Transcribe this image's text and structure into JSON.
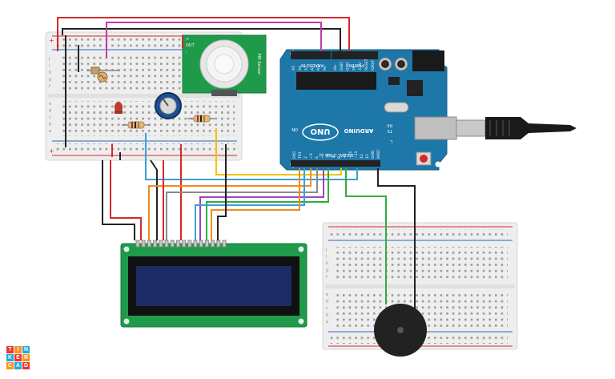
{
  "logo": {
    "letters": [
      "T",
      "I",
      "N",
      "K",
      "E",
      "R",
      "C",
      "A",
      "D"
    ],
    "colors": [
      "#e6382f",
      "#f7941d",
      "#2aa6df",
      "#2aa6df",
      "#e6382f",
      "#f7941d",
      "#f7941d",
      "#2aa6df",
      "#e6382f"
    ]
  },
  "arduino": {
    "uno_label": "UNO",
    "brand_label": "ARDUINO",
    "analog_label": "ANALOG IN",
    "power_label": "POWER",
    "digital_label": "DIGITAL (PWM ~)",
    "on_label": "ON",
    "tx_label": "TX",
    "rx_label": "RX",
    "l_label": "L",
    "analog_pins": [
      "A5",
      "A4",
      "A3",
      "A2",
      "A1",
      "A0"
    ],
    "power_pins": [
      "Vin",
      "GND",
      "GND",
      "5V",
      "3.3V",
      "RESET",
      "IOREF"
    ],
    "digital_pins": [
      "RX0",
      "TX1",
      "2",
      "~3",
      "4",
      "~5",
      "~6",
      "7",
      "8",
      "~9",
      "~10",
      "~11",
      "12",
      "13",
      "GND",
      "AREF"
    ]
  },
  "pir": {
    "label": "PIR Sensor",
    "pins": [
      "+",
      "OUT",
      "-"
    ]
  },
  "breadboard": {
    "row_letters": [
      "j",
      "i",
      "h",
      "g",
      "f",
      "e",
      "d",
      "c",
      "b",
      "a"
    ]
  },
  "colors": {
    "arduino": "#1d77a8",
    "lcd_board": "#1f9a4a",
    "lcd_screen": "#1c2b64",
    "breadboard": "#eeeeee",
    "wire_red": "#d62828",
    "wire_black": "#222222",
    "wire_yellow": "#f2c200",
    "wire_green": "#2fae3c",
    "wire_orange": "#ef8c1e",
    "wire_blue": "#3aa0d8",
    "wire_purple": "#9a45c0",
    "wire_magenta": "#c23aa8",
    "wire_gray": "#8a8a8a"
  }
}
